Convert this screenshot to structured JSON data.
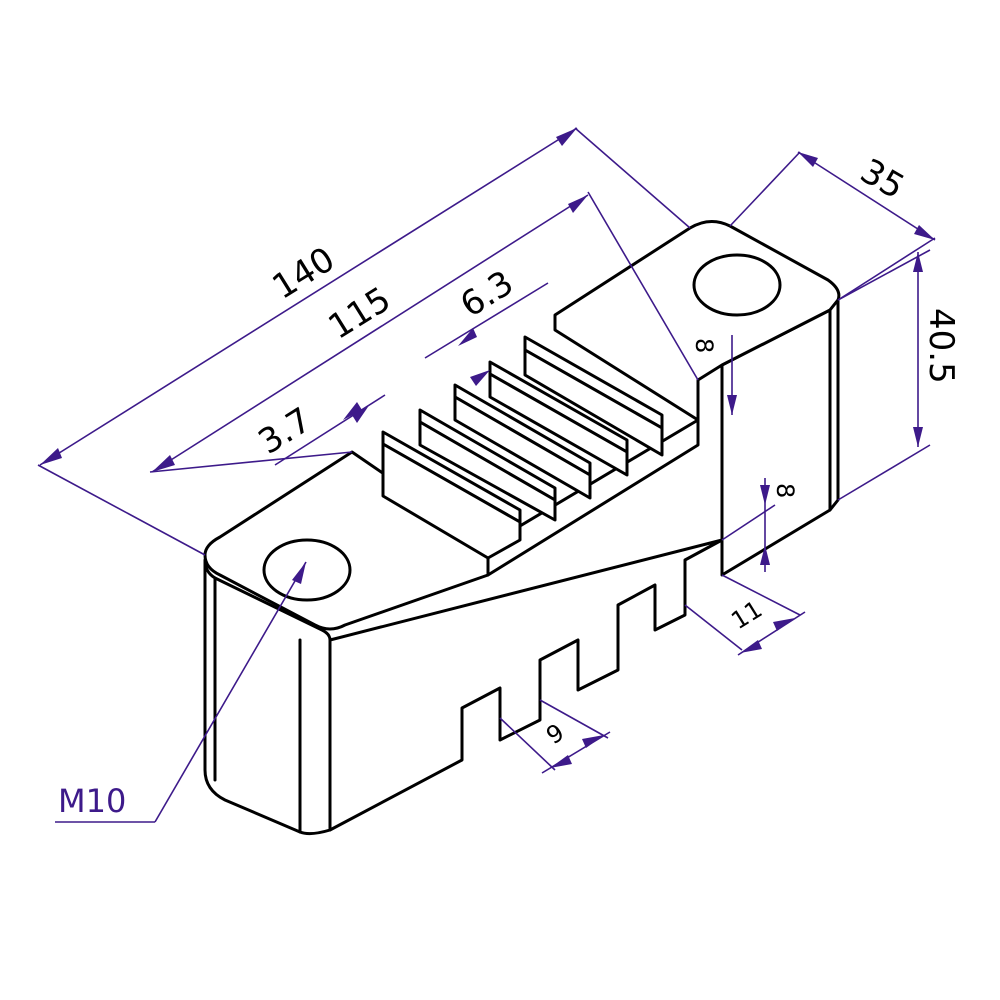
{
  "drawing": {
    "dimensions": {
      "overall_length": "140",
      "inner_length": "115",
      "fin_pitch": "6.3",
      "fin_thickness": "3.7",
      "width": "35",
      "height": "40.5",
      "fin_depth": "8",
      "slot_depth": "8",
      "slot_width_right": "11",
      "slot_width_front": "9"
    },
    "callout": {
      "hole_thread": "M10"
    },
    "colors": {
      "object_line": "#000000",
      "dimension_line": "#3d1a8a"
    }
  }
}
